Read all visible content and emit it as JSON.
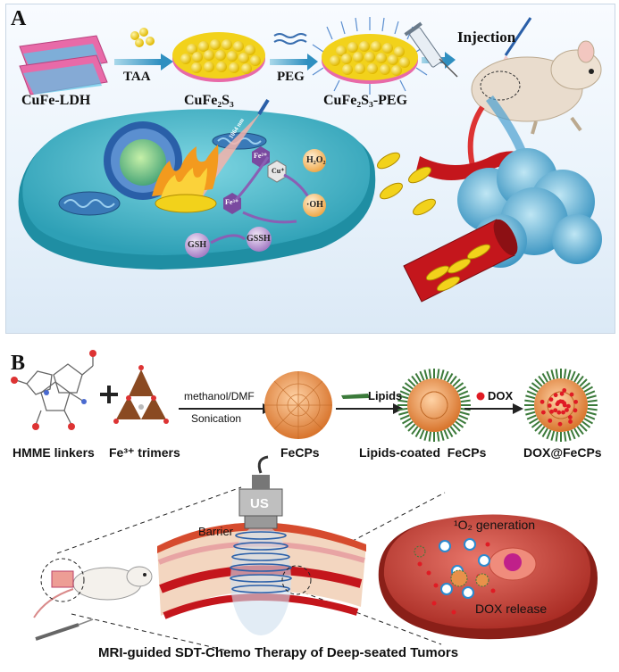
{
  "panel_a": {
    "letter": "A",
    "labels": {
      "ldh": "CuFe-LDH",
      "taa": "TAA",
      "cufes": "CuFe₂S₃",
      "peg": "PEG",
      "cufes_peg": "CuFe₂S₃-PEG",
      "injection": "Injection",
      "h2o2": "H₂O₂",
      "oh": "·OH",
      "gsh": "GSH",
      "gssh": "GSSH",
      "fe2": "Fe²⁺",
      "fe3": "Fe³⁺",
      "cu": "Cu⁺",
      "laser": "1064 nm"
    }
  },
  "panel_b": {
    "letter": "B",
    "labels": {
      "hmme": "HMME linkers",
      "fe_trimers": "Fe³⁺ trimers",
      "solvent": "methanol/DMF",
      "sonication": "Sonication",
      "fecps": "FeCPs",
      "lipids": "Lipids",
      "lipids_coated": "Lipids-coated  FeCPs",
      "dox": "DOX",
      "dox_fecps": "DOX@FeCPs",
      "us": "US",
      "barrier": "Barrier",
      "o2_generation": "¹O₂ generation",
      "dox_release": "DOX release",
      "caption": "MRI-guided SDT-Chemo Therapy of Deep-seated Tumors"
    }
  },
  "colors": {
    "cell": "#3fb6c8",
    "nucleus": "#2a5fa8",
    "gold": "#f2d21b",
    "pink_ldh": "#e86aa8",
    "tumor_blue": "#69b6d8",
    "vessel_red": "#c4161c",
    "fecp_orange": "#e8914a",
    "lipid_green": "#3b7a3a",
    "dox_red": "#e01b24",
    "tumor_red": "#c23a30"
  }
}
